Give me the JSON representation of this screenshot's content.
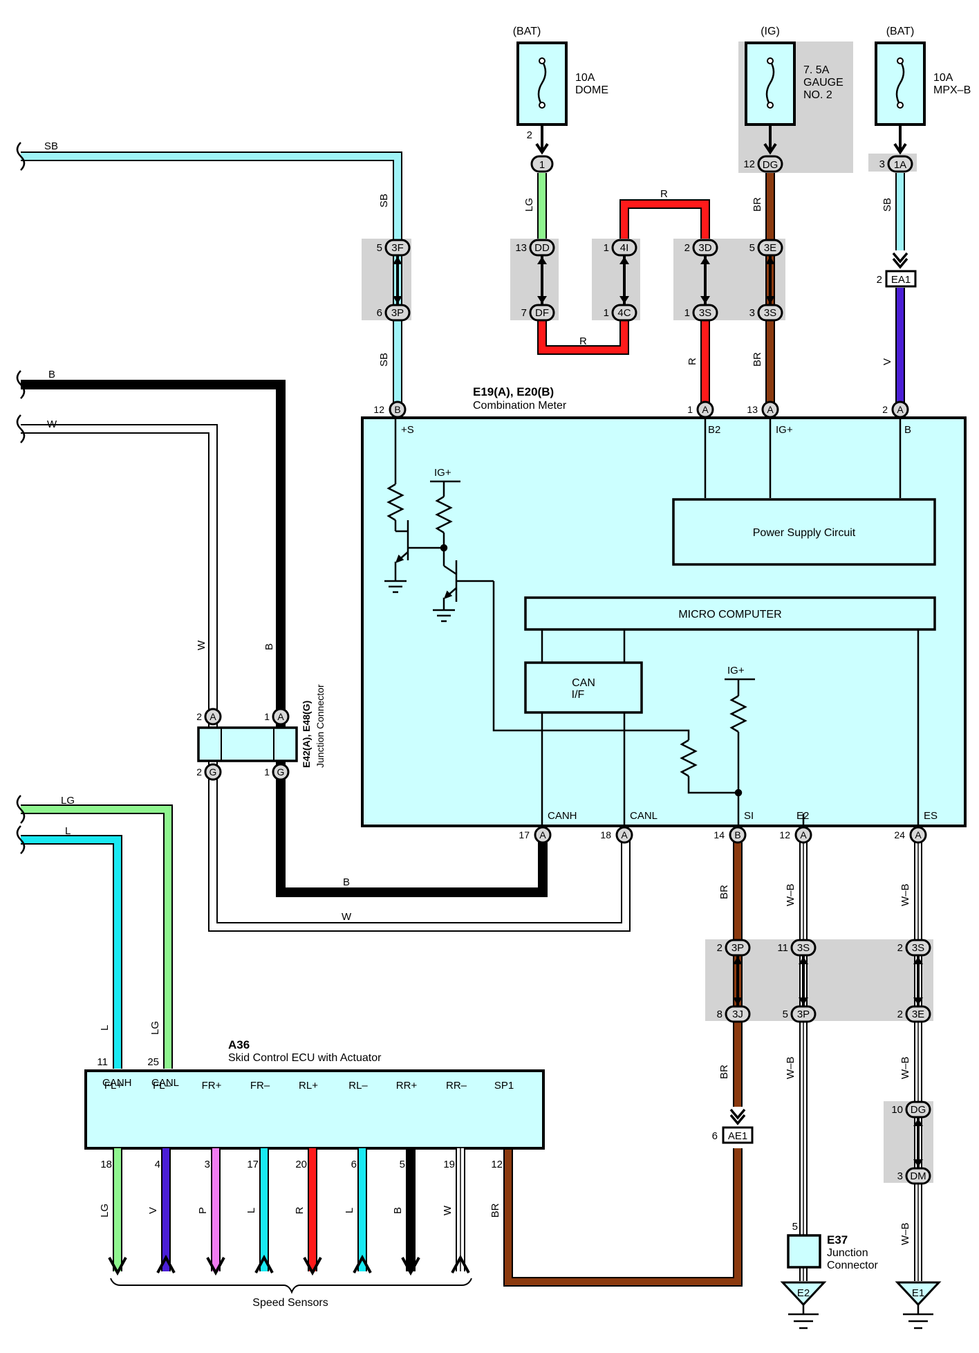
{
  "fuses": {
    "dome": {
      "supply": "(BAT)",
      "rating": "10A",
      "name": "DOME",
      "pin": "2",
      "conn": "1"
    },
    "gauge": {
      "supply": "(IG)",
      "rating": "7. 5A",
      "name": "GAUGE",
      "name2": "NO. 2",
      "pin": "12",
      "conn": "DG"
    },
    "mpxb": {
      "supply": "(BAT)",
      "rating": "10A",
      "name": "MPX–B",
      "pin": "3",
      "conn": "1A"
    }
  },
  "wire_colors": {
    "SB": "#9ff3f7",
    "B": "#000000",
    "W": "#ffffff",
    "LG": "#8ff58f",
    "L": "#19e9f2",
    "R": "#ff1a1a",
    "BR": "#8b3a0f",
    "V": "#4b1fd6",
    "P": "#f07cf0",
    "W-B": "#ffffff"
  },
  "colors": {
    "module_fill": "#ccffff",
    "shade": "#d3d3d3",
    "pin_fill": "#d8d8d8"
  },
  "meter": {
    "id": "E19(A), E20(B)",
    "name": "Combination Meter",
    "top_pins": [
      {
        "num": "12",
        "conn": "B",
        "label": "+S"
      },
      {
        "num": "1",
        "conn": "A",
        "label": "B2"
      },
      {
        "num": "13",
        "conn": "A",
        "label": "IG+"
      },
      {
        "num": "2",
        "conn": "A",
        "label": "B"
      }
    ],
    "bottom_pins": [
      {
        "num": "17",
        "conn": "A",
        "label": "CANH"
      },
      {
        "num": "18",
        "conn": "A",
        "label": "CANL"
      },
      {
        "num": "14",
        "conn": "B",
        "label": "SI"
      },
      {
        "num": "12",
        "conn": "A",
        "label": "E2"
      },
      {
        "num": "24",
        "conn": "A",
        "label": "ES"
      }
    ],
    "power_supply": "Power Supply Circuit",
    "micro": "MICRO COMPUTER",
    "can_if_1": "CAN",
    "can_if_2": "I/F",
    "igp_1": "IG+",
    "igp_2": "IG+"
  },
  "junctions": {
    "j3f": {
      "n1": "5",
      "c1": "3F",
      "n2": "6",
      "c2": "3P"
    },
    "jdd": {
      "n1": "13",
      "c1": "DD",
      "n2": "7",
      "c2": "DF"
    },
    "j4i": {
      "n1": "1",
      "c1": "4I",
      "n2": "1",
      "c2": "4C"
    },
    "j3d": {
      "n1": "2",
      "c1": "3D",
      "n2": "1",
      "c2": "3S"
    },
    "j3e": {
      "n1": "5",
      "c1": "3E",
      "n2": "3",
      "c2": "3S"
    },
    "j3p": {
      "n1": "2",
      "c1": "3P",
      "n2": "8",
      "c2": "3J"
    },
    "j3s": {
      "n1": "11",
      "c1": "3S",
      "n2": "5",
      "c2": "3P"
    },
    "j3s2": {
      "n1": "2",
      "c1": "3S",
      "n2": "2",
      "c2": "3E"
    },
    "jdg": {
      "n1": "10",
      "c1": "DG",
      "n2": "3",
      "c2": "DM"
    }
  },
  "connectors": {
    "ea1": {
      "num": "2",
      "name": "EA1"
    },
    "ae1": {
      "num": "6",
      "name": "AE1"
    }
  },
  "jc_e42": {
    "title": "E42(A), E48(G)",
    "subtitle": "Junction Connector",
    "pins": [
      {
        "num": "2",
        "conn": "A"
      },
      {
        "num": "1",
        "conn": "A"
      },
      {
        "num": "2",
        "conn": "G"
      },
      {
        "num": "1",
        "conn": "G"
      }
    ]
  },
  "ecu": {
    "id": "A36",
    "name": "Skid Control ECU with Actuator",
    "top_pins": [
      {
        "num": "11",
        "label": "CANH"
      },
      {
        "num": "25",
        "label": "CANL"
      }
    ],
    "bottom_pins": [
      {
        "num": "18",
        "label": "FL+",
        "wire": "LG"
      },
      {
        "num": "4",
        "label": "FL–",
        "wire": "V"
      },
      {
        "num": "3",
        "label": "FR+",
        "wire": "P"
      },
      {
        "num": "17",
        "label": "FR–",
        "wire": "L"
      },
      {
        "num": "20",
        "label": "RL+",
        "wire": "R"
      },
      {
        "num": "6",
        "label": "RL–",
        "wire": "L"
      },
      {
        "num": "5",
        "label": "RR+",
        "wire": "B"
      },
      {
        "num": "19",
        "label": "RR–",
        "wire": "W"
      },
      {
        "num": "12",
        "label": "SP1",
        "wire": "BR"
      }
    ],
    "speed_sensors": "Speed Sensors"
  },
  "e37": {
    "pin": "5",
    "id": "E37",
    "name1": "Junction",
    "name2": "Connector"
  },
  "grounds": {
    "g1": "E2",
    "g2": "E1"
  },
  "wire_labels": {
    "sb_left": "SB",
    "b_left": "B",
    "w_left": "W",
    "lg_left": "LG",
    "l_left": "L",
    "sb_v1": "SB",
    "sb_v2": "SB",
    "lg_dome": "LG",
    "r_top": "R",
    "r_bottom": "R",
    "r_3s": "R",
    "br_ig1": "BR",
    "br_ig2": "BR",
    "sb_mpx": "SB",
    "v_mpx": "V",
    "w_jc": "W",
    "b_jc": "B",
    "b_canh": "B",
    "w_canl": "W",
    "br_si1": "BR",
    "br_si2": "BR",
    "wb_e2a": "W–B",
    "wb_e2b": "W–B",
    "wb_esa": "W–B",
    "wb_esb": "W–B",
    "wb_esc": "W–B",
    "l_ecu": "L",
    "lg_ecu": "LG"
  }
}
